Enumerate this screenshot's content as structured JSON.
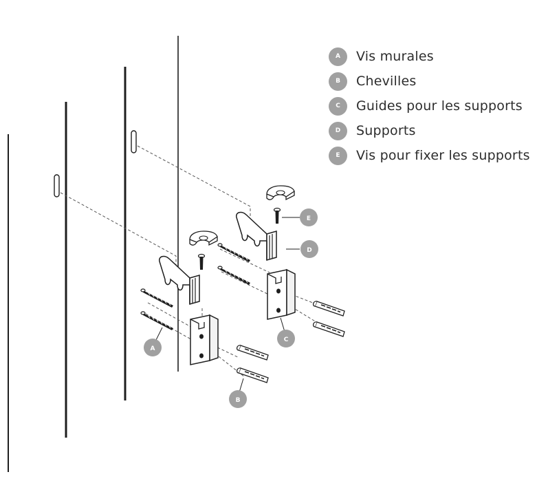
{
  "legend": [
    {
      "letter": "A",
      "label": "Vis murales"
    },
    {
      "letter": "B",
      "label": "Chevilles"
    },
    {
      "letter": "C",
      "label": "Guides pour les supports"
    },
    {
      "letter": "D",
      "label": "Supports"
    },
    {
      "letter": "E",
      "label": "Vis pour fixer les supports"
    }
  ],
  "callouts": {
    "a": "A",
    "b": "B",
    "c": "C",
    "d": "D",
    "e": "E"
  },
  "colors": {
    "badge": "#a0a0a0",
    "line": "#1e1e1e",
    "text": "#2d2d2d"
  }
}
